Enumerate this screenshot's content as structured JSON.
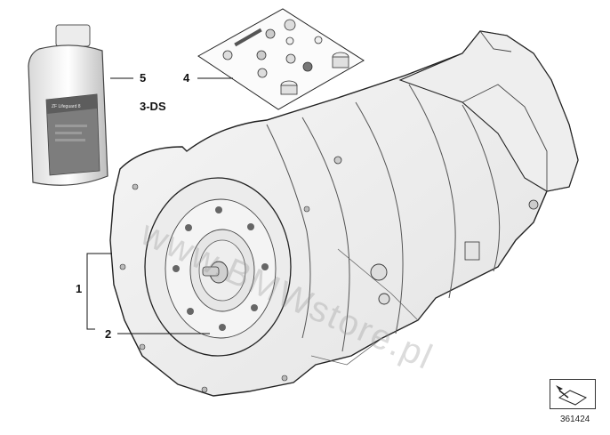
{
  "callouts": {
    "one": "1",
    "two": "2",
    "four": "4",
    "five": "5",
    "three_ds": "3-DS"
  },
  "bottle_label": "ZF Lifeguard 8",
  "watermark": "www.BMWstore.pl",
  "diagram_id": "361424"
}
